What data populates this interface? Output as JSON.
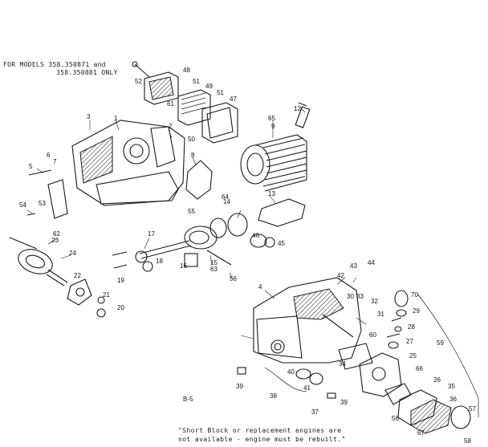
{
  "header": {
    "line1": "FOR MODELS 358.350871 and",
    "line2": "358.350881 ONLY"
  },
  "footer": {
    "line1": "\"Short Block or replacement engines are",
    "line2": "not available - engine must be rebuilt.\""
  },
  "page_code": "B-5",
  "part_labels": [
    "1",
    "2",
    "3",
    "4",
    "5",
    "6",
    "7",
    "8",
    "9",
    "12",
    "13",
    "14",
    "15",
    "16",
    "17",
    "18",
    "19",
    "20",
    "21",
    "22",
    "23",
    "24",
    "25",
    "26",
    "27",
    "28",
    "29",
    "30",
    "31",
    "32",
    "33",
    "34",
    "35",
    "36",
    "37",
    "38",
    "39",
    "40",
    "41",
    "42",
    "43",
    "44",
    "45",
    "46",
    "47",
    "48",
    "49",
    "50",
    "51",
    "52",
    "53",
    "54",
    "55",
    "56",
    "57",
    "58",
    "59",
    "60",
    "61",
    "62",
    "63",
    "64",
    "65",
    "66",
    "67",
    "70"
  ]
}
